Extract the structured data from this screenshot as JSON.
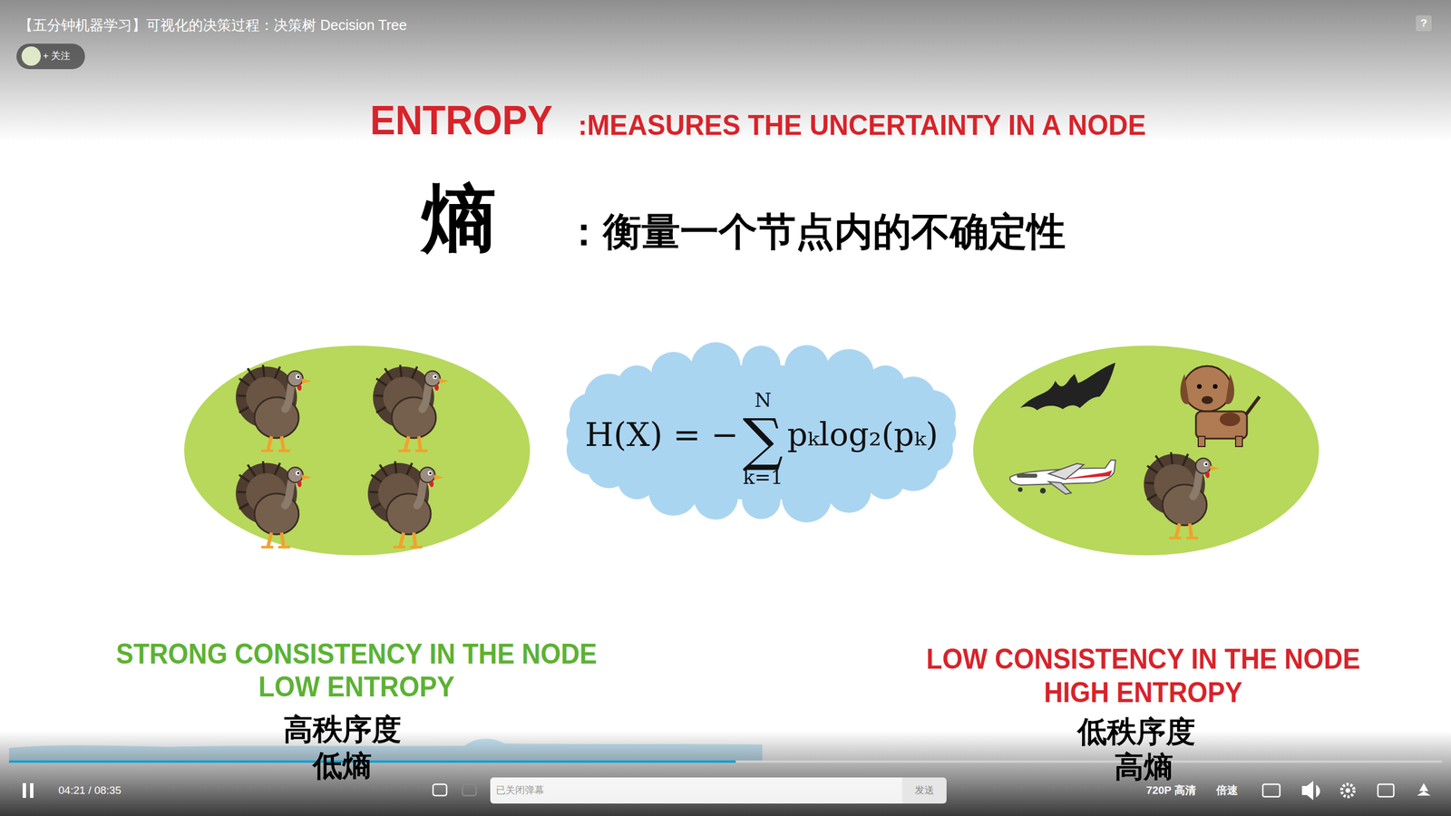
{
  "diagram": {
    "title": "ENTROPY",
    "nodes": [
      {
        "text": [
          "H(X) = −",
          "N",
          "∑",
          "k=1",
          "pₖlog₂(pₖ)"
        ]
      }
    ],
    "labels": [
      "【五分钟机器学习】可视化的决策过程：决策树 Decision Tree",
      "+ 关注",
      "?",
      ":MEASURES THE UNCERTAINTY IN A NODE",
      "熵",
      "：衡量一个节点内的不确定性",
      "STRONG CONSISTENCY IN THE NODE",
      "LOW ENTROPY",
      "高秩序度",
      "低熵",
      "LOW CONSISTENCY IN THE NODE",
      "HIGH ENTROPY",
      "低秩序度",
      "高熵",
      "04:21 / 08:35",
      "已关闭弹幕",
      "发送",
      "720P 高清",
      "倍速"
    ]
  }
}
